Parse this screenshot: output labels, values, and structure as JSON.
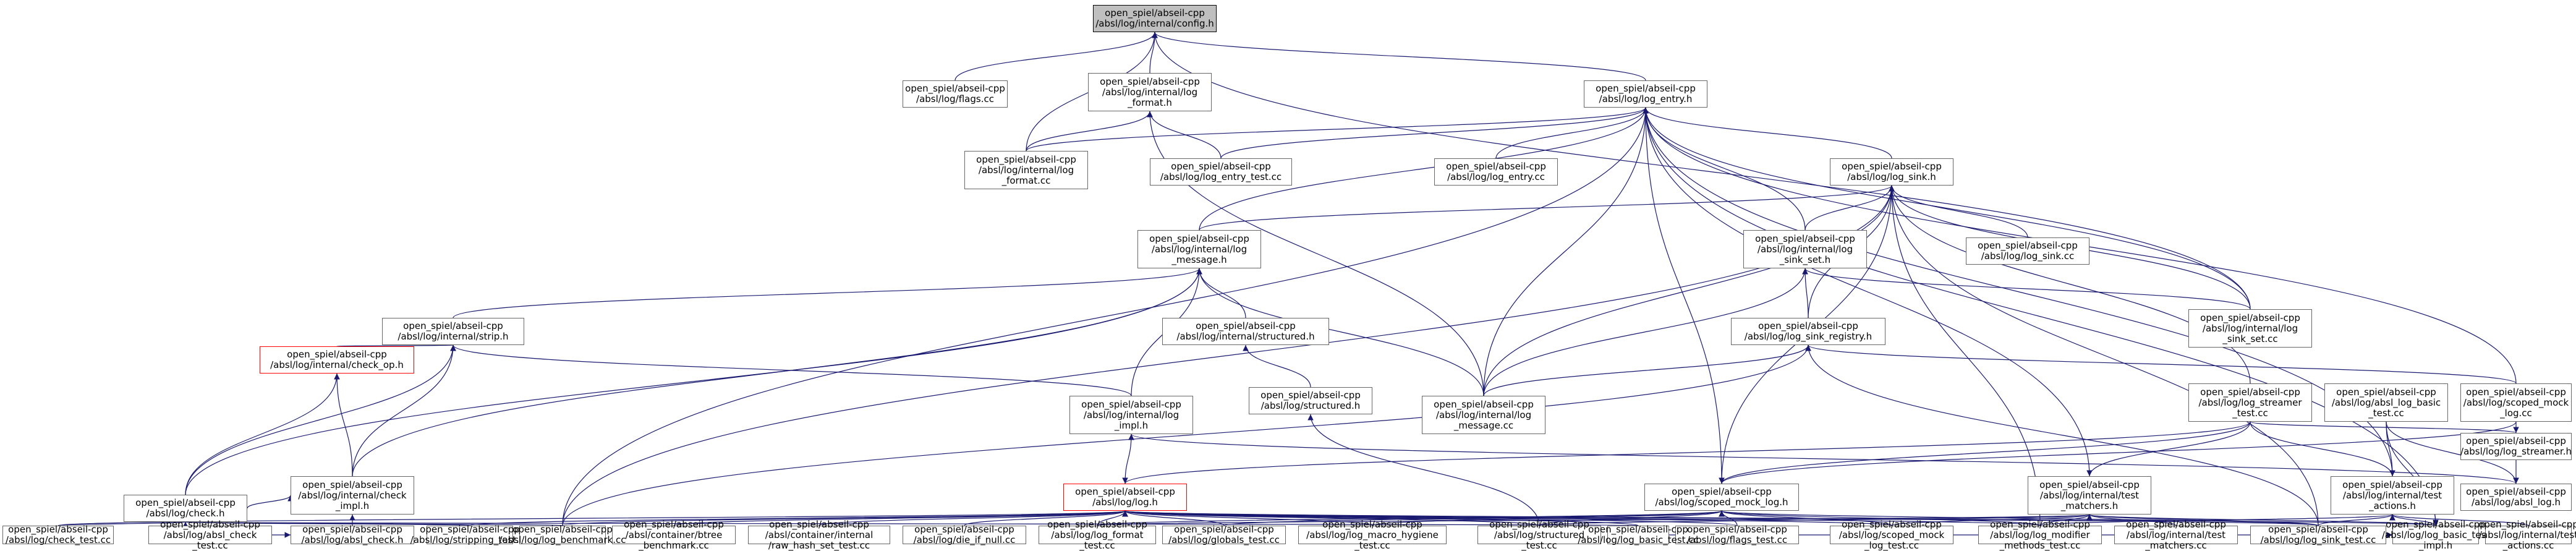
{
  "graph": {
    "colors": {
      "edge": "#191970",
      "node_border": "#666666",
      "highlight_border": "#ff0000",
      "root_fill": "#bfbfbf"
    },
    "nodes": {
      "config_h": {
        "label": "open_spiel/abseil-cpp\n/absl/log/internal/config.h"
      },
      "flags_cc": {
        "label": "open_spiel/abseil-cpp\n/absl/log/flags.cc"
      },
      "log_format_h": {
        "label": "open_spiel/abseil-cpp\n/absl/log/internal/log\n_format.h"
      },
      "log_entry_h": {
        "label": "open_spiel/abseil-cpp\n/absl/log/log_entry.h"
      },
      "log_format_cc": {
        "label": "open_spiel/abseil-cpp\n/absl/log/internal/log\n_format.cc"
      },
      "log_entry_test_cc": {
        "label": "open_spiel/abseil-cpp\n/absl/log/log_entry_test.cc"
      },
      "log_entry_cc": {
        "label": "open_spiel/abseil-cpp\n/absl/log/log_entry.cc"
      },
      "log_sink_h": {
        "label": "open_spiel/abseil-cpp\n/absl/log/log_sink.h"
      },
      "log_message_h": {
        "label": "open_spiel/abseil-cpp\n/absl/log/internal/log\n_message.h"
      },
      "log_sink_set_h": {
        "label": "open_spiel/abseil-cpp\n/absl/log/internal/log\n_sink_set.h"
      },
      "log_sink_cc": {
        "label": "open_spiel/abseil-cpp\n/absl/log/log_sink.cc"
      },
      "log_sink_set_cc": {
        "label": "open_spiel/abseil-cpp\n/absl/log/internal/log\n_sink_set.cc"
      },
      "strip_h": {
        "label": "open_spiel/abseil-cpp\n/absl/log/internal/strip.h"
      },
      "structured_internal_h": {
        "label": "open_spiel/abseil-cpp\n/absl/log/internal/structured.h"
      },
      "log_sink_registry_h": {
        "label": "open_spiel/abseil-cpp\n/absl/log/log_sink_registry.h"
      },
      "check_op_h": {
        "label": "open_spiel/abseil-cpp\n/absl/log/internal/check_op.h"
      },
      "structured_h": {
        "label": "open_spiel/abseil-cpp\n/absl/log/structured.h"
      },
      "log_impl_h": {
        "label": "open_spiel/abseil-cpp\n/absl/log/internal/log\n_impl.h"
      },
      "log_message_cc": {
        "label": "open_spiel/abseil-cpp\n/absl/log/internal/log\n_message.cc"
      },
      "check_impl_h": {
        "label": "open_spiel/abseil-cpp\n/absl/log/internal/check\n_impl.h"
      },
      "log_h": {
        "label": "open_spiel/abseil-cpp\n/absl/log/log.h"
      },
      "scoped_mock_log_h": {
        "label": "open_spiel/abseil-cpp\n/absl/log/scoped_mock_log.h"
      },
      "test_matchers_h": {
        "label": "open_spiel/abseil-cpp\n/absl/log/internal/test\n_matchers.h"
      },
      "test_actions_h": {
        "label": "open_spiel/abseil-cpp\n/absl/log/internal/test\n_actions.h"
      },
      "absl_log_h": {
        "label": "open_spiel/abseil-cpp\n/absl/log/absl_log.h"
      },
      "check_h": {
        "label": "open_spiel/abseil-cpp\n/absl/log/check.h"
      },
      "absl_check_h": {
        "label": "open_spiel/abseil-cpp\n/absl/log/absl_check.h"
      },
      "btree_benchmark_cc": {
        "label": "open_spiel/abseil-cpp\n/absl/container/btree\n_benchmark.cc"
      },
      "raw_hash_set_test_cc": {
        "label": "open_spiel/abseil-cpp\n/absl/container/internal\n/raw_hash_set_test.cc"
      },
      "die_if_null_cc": {
        "label": "open_spiel/abseil-cpp\n/absl/log/die_if_null.cc"
      },
      "globals_test_cc": {
        "label": "open_spiel/abseil-cpp\n/absl/log/globals_test.cc"
      },
      "log_macro_hygiene_test_cc": {
        "label": "open_spiel/abseil-cpp\n/absl/log/log_macro_hygiene\n_test.cc"
      },
      "structured_test_cc": {
        "label": "open_spiel/abseil-cpp\n/absl/log/structured\n_test.cc"
      },
      "flags_test_cc": {
        "label": "open_spiel/abseil-cpp\n/absl/log/flags_test.cc"
      },
      "scoped_mock_log_test_cc": {
        "label": "open_spiel/abseil-cpp\n/absl/log/scoped_mock\n_log_test.cc"
      },
      "log_modifier_methods_test_cc": {
        "label": "open_spiel/abseil-cpp\n/absl/log/log_modifier\n_methods_test.cc"
      },
      "test_matchers_cc": {
        "label": "open_spiel/abseil-cpp\n/absl/log/internal/test\n_matchers.cc"
      },
      "log_sink_test_cc": {
        "label": "open_spiel/abseil-cpp\n/absl/log/log_sink_test.cc"
      },
      "log_basic_test_impl_h": {
        "label": "open_spiel/abseil-cpp\n/absl/log/log_basic_test\n_impl.h"
      },
      "test_actions_cc": {
        "label": "open_spiel/abseil-cpp\n/absl/log/internal/test\n_actions.cc"
      },
      "log_streamer_h": {
        "label": "open_spiel/abseil-cpp\n/absl/log/log_streamer.h"
      },
      "scoped_mock_log_cc": {
        "label": "open_spiel/abseil-cpp\n/absl/log/scoped_mock\n_log.cc"
      },
      "check_test_cc": {
        "label": "open_spiel/abseil-cpp\n/absl/log/check_test.cc"
      },
      "absl_check_test_cc": {
        "label": "open_spiel/abseil-cpp\n/absl/log/absl_check\n_test.cc"
      },
      "stripping_test_cc": {
        "label": "open_spiel/abseil-cpp\n/absl/log/stripping_test.cc"
      },
      "log_benchmark_cc": {
        "label": "open_spiel/abseil-cpp\n/absl/log/log_benchmark.cc"
      },
      "log_format_test_cc": {
        "label": "open_spiel/abseil-cpp\n/absl/log/log_format\n_test.cc"
      },
      "log_basic_test_cc": {
        "label": "open_spiel/abseil-cpp\n/absl/log/log_basic_test.cc"
      },
      "log_streamer_test_cc": {
        "label": "open_spiel/abseil-cpp\n/absl/log/log_streamer\n_test.cc"
      },
      "absl_log_basic_test_cc": {
        "label": "open_spiel/abseil-cpp\n/absl/log/absl_log_basic\n_test.cc"
      }
    },
    "edges": [
      [
        "config_h",
        "flags_cc"
      ],
      [
        "config_h",
        "log_format_h"
      ],
      [
        "config_h",
        "log_entry_h"
      ],
      [
        "config_h",
        "log_format_cc"
      ],
      [
        "config_h",
        "log_sink_set_cc"
      ],
      [
        "log_format_h",
        "log_format_cc"
      ],
      [
        "log_format_h",
        "log_entry_test_cc"
      ],
      [
        "log_format_h",
        "log_message_cc"
      ],
      [
        "log_entry_h",
        "log_entry_test_cc"
      ],
      [
        "log_entry_h",
        "log_entry_cc"
      ],
      [
        "log_entry_h",
        "log_format_cc"
      ],
      [
        "log_entry_h",
        "log_sink_h"
      ],
      [
        "log_entry_h",
        "log_message_h"
      ],
      [
        "log_entry_h",
        "log_sink_set_h"
      ],
      [
        "log_entry_h",
        "log_sink_set_cc"
      ],
      [
        "log_entry_h",
        "log_message_cc"
      ],
      [
        "log_entry_h",
        "scoped_mock_log_h"
      ],
      [
        "log_entry_h",
        "test_matchers_h"
      ],
      [
        "log_entry_h",
        "test_actions_h"
      ],
      [
        "log_entry_h",
        "log_benchmark_cc"
      ],
      [
        "log_entry_h",
        "scoped_mock_log_cc"
      ],
      [
        "log_entry_h",
        "log_basic_test_impl_h"
      ],
      [
        "log_sink_h",
        "log_sink_cc"
      ],
      [
        "log_sink_h",
        "log_message_h"
      ],
      [
        "log_sink_h",
        "log_sink_set_h"
      ],
      [
        "log_sink_h",
        "log_sink_set_cc"
      ],
      [
        "log_sink_h",
        "log_sink_registry_h"
      ],
      [
        "log_sink_h",
        "log_message_cc"
      ],
      [
        "log_sink_h",
        "scoped_mock_log_h"
      ],
      [
        "log_sink_h",
        "log_sink_test_cc"
      ],
      [
        "log_sink_h",
        "log_streamer_test_cc"
      ],
      [
        "log_sink_h",
        "log_benchmark_cc"
      ],
      [
        "log_sink_h",
        "log_modifier_methods_test_cc"
      ],
      [
        "log_message_h",
        "strip_h"
      ],
      [
        "log_message_h",
        "structured_internal_h"
      ],
      [
        "log_message_h",
        "log_impl_h"
      ],
      [
        "log_message_h",
        "log_message_cc"
      ],
      [
        "log_message_h",
        "check_impl_h"
      ],
      [
        "log_message_h",
        "check_h"
      ],
      [
        "log_sink_set_h",
        "log_sink_set_cc"
      ],
      [
        "log_sink_set_h",
        "log_sink_registry_h"
      ],
      [
        "log_sink_set_h",
        "log_message_cc"
      ],
      [
        "log_sink_registry_h",
        "log_message_cc"
      ],
      [
        "log_sink_registry_h",
        "log_benchmark_cc"
      ],
      [
        "log_sink_registry_h",
        "log_sink_test_cc"
      ],
      [
        "log_sink_registry_h",
        "scoped_mock_log_cc"
      ],
      [
        "strip_h",
        "check_op_h"
      ],
      [
        "strip_h",
        "log_impl_h"
      ],
      [
        "strip_h",
        "check_impl_h"
      ],
      [
        "strip_h",
        "check_h"
      ],
      [
        "structured_internal_h",
        "structured_h"
      ],
      [
        "structured_h",
        "structured_test_cc"
      ],
      [
        "check_op_h",
        "check_impl_h"
      ],
      [
        "check_op_h",
        "check_h"
      ],
      [
        "check_impl_h",
        "check_h"
      ],
      [
        "check_impl_h",
        "absl_check_h"
      ],
      [
        "log_impl_h",
        "log_h"
      ],
      [
        "log_impl_h",
        "absl_log_h"
      ],
      [
        "log_h",
        "btree_benchmark_cc"
      ],
      [
        "log_h",
        "raw_hash_set_test_cc"
      ],
      [
        "log_h",
        "die_if_null_cc"
      ],
      [
        "log_h",
        "globals_test_cc"
      ],
      [
        "log_h",
        "log_macro_hygiene_test_cc"
      ],
      [
        "log_h",
        "structured_test_cc"
      ],
      [
        "log_h",
        "flags_test_cc"
      ],
      [
        "log_h",
        "scoped_mock_log_test_cc"
      ],
      [
        "log_h",
        "log_modifier_methods_test_cc"
      ],
      [
        "log_h",
        "log_sink_test_cc"
      ],
      [
        "log_h",
        "log_basic_test_impl_h"
      ],
      [
        "log_h",
        "stripping_test_cc"
      ],
      [
        "log_h",
        "log_benchmark_cc"
      ],
      [
        "log_h",
        "log_format_test_cc"
      ],
      [
        "log_h",
        "log_streamer_test_cc"
      ],
      [
        "log_h",
        "log_basic_test_cc"
      ],
      [
        "log_h",
        "check_test_cc"
      ],
      [
        "scoped_mock_log_h",
        "globals_test_cc"
      ],
      [
        "scoped_mock_log_h",
        "log_macro_hygiene_test_cc"
      ],
      [
        "scoped_mock_log_h",
        "structured_test_cc"
      ],
      [
        "scoped_mock_log_h",
        "flags_test_cc"
      ],
      [
        "scoped_mock_log_h",
        "scoped_mock_log_test_cc"
      ],
      [
        "scoped_mock_log_h",
        "log_modifier_methods_test_cc"
      ],
      [
        "scoped_mock_log_h",
        "log_sink_test_cc"
      ],
      [
        "scoped_mock_log_h",
        "log_format_test_cc"
      ],
      [
        "scoped_mock_log_h",
        "log_streamer_test_cc"
      ],
      [
        "scoped_mock_log_h",
        "scoped_mock_log_cc"
      ],
      [
        "test_matchers_h",
        "test_matchers_cc"
      ],
      [
        "test_matchers_h",
        "log_modifier_methods_test_cc"
      ],
      [
        "test_matchers_h",
        "scoped_mock_log_test_cc"
      ],
      [
        "test_matchers_h",
        "structured_test_cc"
      ],
      [
        "test_matchers_h",
        "log_format_test_cc"
      ],
      [
        "test_matchers_h",
        "log_sink_test_cc"
      ],
      [
        "test_matchers_h",
        "log_basic_test_impl_h"
      ],
      [
        "test_matchers_h",
        "log_streamer_test_cc"
      ],
      [
        "test_actions_h",
        "test_actions_cc"
      ],
      [
        "test_actions_h",
        "log_modifier_methods_test_cc"
      ],
      [
        "test_actions_h",
        "log_sink_test_cc"
      ],
      [
        "test_actions_h",
        "log_basic_test_impl_h"
      ],
      [
        "test_actions_h",
        "log_streamer_test_cc"
      ],
      [
        "test_actions_h",
        "absl_log_basic_test_cc"
      ],
      [
        "absl_log_h",
        "absl_log_basic_test_cc"
      ],
      [
        "absl_log_h",
        "scoped_mock_log_cc"
      ],
      [
        "log_basic_test_impl_h",
        "log_basic_test_cc"
      ],
      [
        "log_basic_test_impl_h",
        "absl_log_basic_test_cc"
      ],
      [
        "log_streamer_h",
        "log_streamer_test_cc"
      ],
      [
        "check_h",
        "check_test_cc"
      ],
      [
        "check_h",
        "stripping_test_cc"
      ],
      [
        "check_h",
        "log_benchmark_cc"
      ],
      [
        "check_h",
        "log_basic_test_cc"
      ],
      [
        "absl_check_h",
        "absl_check_test_cc"
      ]
    ]
  }
}
